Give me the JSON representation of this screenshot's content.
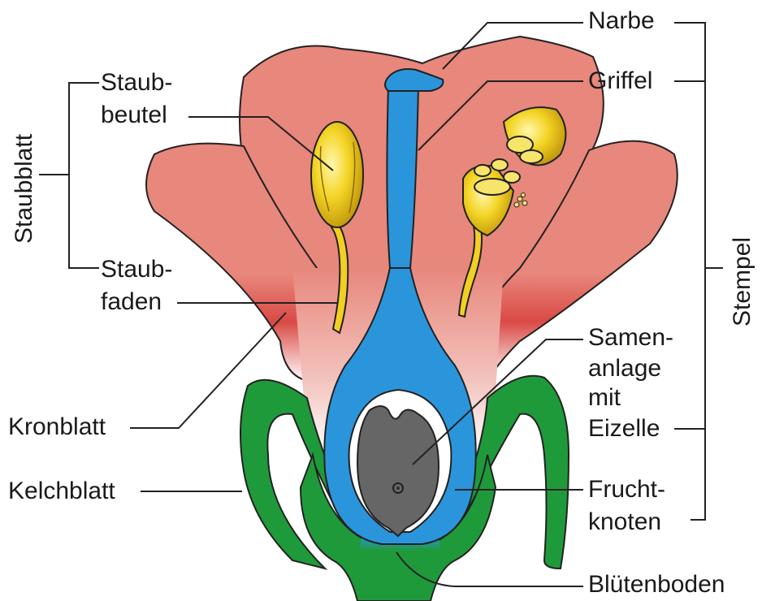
{
  "colors": {
    "petal": "#e8877c",
    "petal_dark": "#d94a45",
    "style": "#2b95dc",
    "sepal": "#1f9a3a",
    "ovule": "#666666",
    "anther": "#f2cf22",
    "outline": "#222222"
  },
  "labels": {
    "narbe": "Narbe",
    "griffel": "Griffel",
    "staubbeutel_1": "Staub-",
    "staubbeutel_2": "beutel",
    "staubfaden_1": "Staub-",
    "staubfaden_2": "faden",
    "staubblatt": "Staubblatt",
    "stempel": "Stempel",
    "samenanlage_1": "Samen-",
    "samenanlage_2": "anlage",
    "samenanlage_3": "mit",
    "samenanlage_4": "Eizelle",
    "fruchtknoten_1": "Frucht-",
    "fruchtknoten_2": "knoten",
    "kronblatt": "Kronblatt",
    "kelchblatt": "Kelchblatt",
    "bluetenboden": "Blütenboden"
  }
}
